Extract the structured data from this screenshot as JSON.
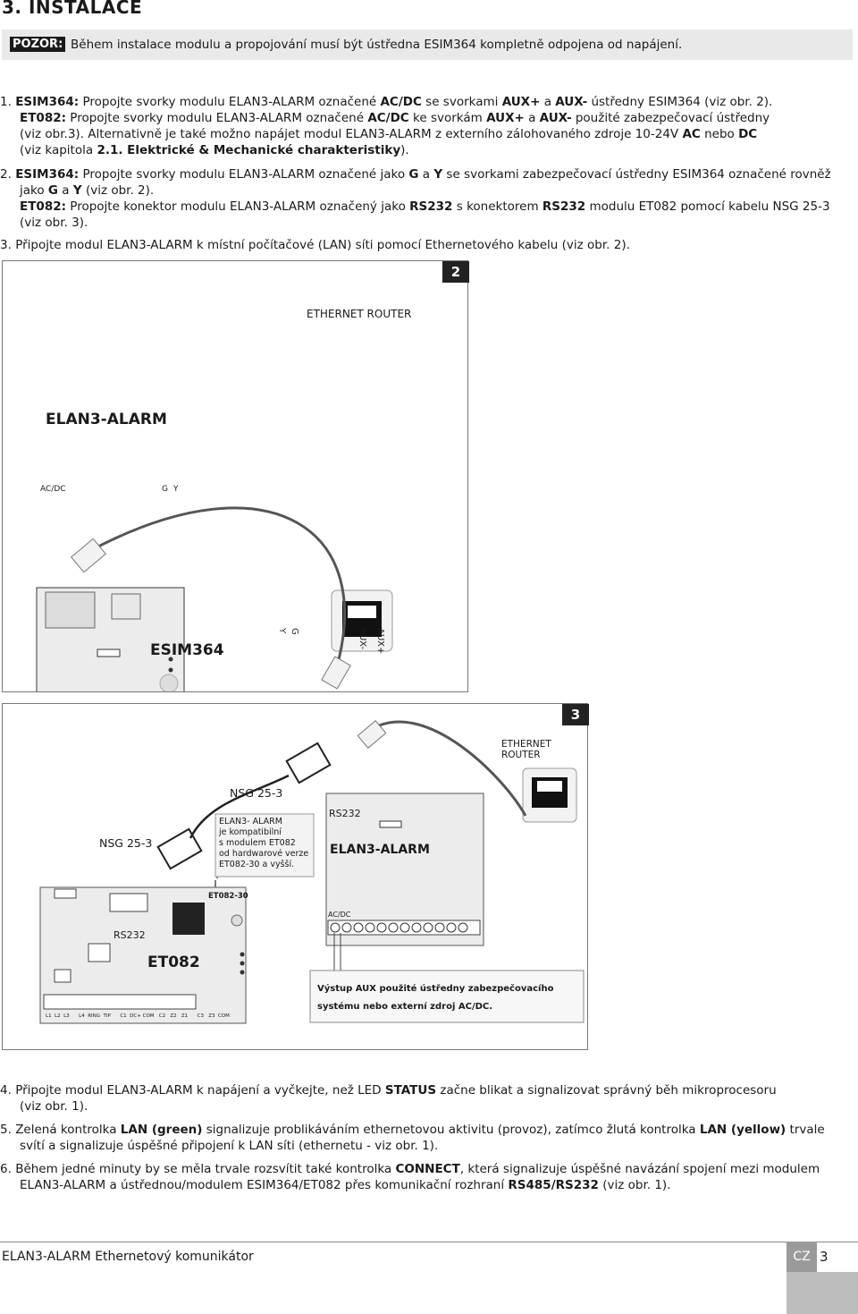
{
  "heading": "3. INSTALACE",
  "warning": {
    "tag": "POZOR:",
    "text": "Během instalace modulu a propojování musí být ústředna ESIM364 kompletně odpojena od napájení."
  },
  "steps": {
    "s1_num": "1.",
    "s1_a_b": "ESIM364:",
    "s1_a_t1": " Propojte svorky modulu ELAN3-ALARM označené ",
    "s1_a_b2": "AC/DC",
    "s1_a_t2": " se svorkami ",
    "s1_a_b3": "AUX+",
    "s1_a_t3": " a ",
    "s1_a_b4": "AUX-",
    "s1_a_t4": " ústředny ESIM364 (viz obr. 2).",
    "s1_b_b": "ET082:",
    "s1_b_t1": " Propojte svorky modulu ELAN3-ALARM označené ",
    "s1_b_b2": "AC/DC",
    "s1_b_t2": " ke svorkám ",
    "s1_b_b3": "AUX+",
    "s1_b_t3": " a ",
    "s1_b_b4": "AUX-",
    "s1_b_t4": " použité zabezpečovací ústředny",
    "s1_c_t1": "(viz obr.3). Alternativně je také možno napájet modul ELAN3-ALARM z externího zálohovaného zdroje 10-24V ",
    "s1_c_b1": "AC",
    "s1_c_t2": " nebo ",
    "s1_c_b2": "DC",
    "s1_d_t1": "(viz kapitola ",
    "s1_d_b1": "2.1. Elektrické & Mechanické charakteristiky",
    "s1_d_t2": ").",
    "s2_num": "2.",
    "s2_a_b": "ESIM364:",
    "s2_a_t1": " Propojte svorky modulu ELAN3-ALARM označené jako ",
    "s2_a_b2": "G",
    "s2_a_t2": " a ",
    "s2_a_b3": "Y",
    "s2_a_t3": " se svorkami zabezpečovací ústředny ESIM364 označené rovněž",
    "s2_b_t1": "jako ",
    "s2_b_b1": "G",
    "s2_b_t2": " a ",
    "s2_b_b2": "Y",
    "s2_b_t3": " (viz obr. 2).",
    "s2_c_b": "ET082:",
    "s2_c_t1": " Propojte konektor modulu ELAN3-ALARM označený jako ",
    "s2_c_b2": "RS232",
    "s2_c_t2": " s konektorem ",
    "s2_c_b3": "RS232",
    "s2_c_t3": " modulu ET082 pomocí kabelu NSG 25-3",
    "s2_d_t1": "(viz obr. 3).",
    "s3_num": "3.",
    "s3_t": "Připojte modul ELAN3-ALARM k místní počítačové (LAN) síti pomocí Ethernetového kabelu (viz obr. 2).",
    "s4_num": "4.",
    "s4_t1": "Připojte modul ELAN3-ALARM k napájení a vyčkejte, než LED ",
    "s4_b1": "STATUS",
    "s4_t2": " začne blikat a signalizovat správný běh mikroprocesoru",
    "s4_t3": "(viz obr. 1).",
    "s5_num": "5.",
    "s5_t1": "Zelená kontrolka ",
    "s5_b1": "LAN (green)",
    "s5_t2": " signalizuje problikáváním ethernetovou aktivitu (provoz), zatímco žlutá kontrolka ",
    "s5_b2": "LAN (yellow)",
    "s5_t3": " trvale",
    "s5_t4": "svítí a signalizuje úspěšné připojení k LAN síti (ethernetu - viz obr. 1).",
    "s6_num": "6.",
    "s6_t1": "Během jedné minuty by se měla trvale rozsvítit také kontrolka ",
    "s6_b1": "CONNECT",
    "s6_t2": ", která signalizuje úspěšné navázání spojení mezi modulem",
    "s6_t3": "ELAN3-ALARM a ústřednou/modulem ESIM364/ET082 přes komunikační rozhraní ",
    "s6_b2": "RS485/RS232",
    "s6_t4": " (viz obr. 1)."
  },
  "fig2": {
    "number": "2",
    "router_label": "ETHERNET ROUTER",
    "module_label": "ELAN3-ALARM",
    "acdc": "AC/DC",
    "g": "G",
    "y": "Y",
    "panel_label": "ESIM364",
    "term_g": "G",
    "term_y": "Y",
    "term_auxp": "AUX+",
    "term_auxm": "AUX-"
  },
  "fig3": {
    "number": "3",
    "router_label": "ETHERNET ROUTER",
    "nsg_top": "NSG 25-3",
    "nsg_left": "NSG 25-3",
    "note_lines": [
      "ELAN3- ALARM",
      "je kompatibilní",
      "s modulem ET082",
      "od hardwarové verze",
      "ET082-30 a vyšší."
    ],
    "rs232_module": "RS232",
    "module_label": "ELAN3-ALARM",
    "acdc": "AC/DC",
    "et082_ver": "ET082-30",
    "rs232_et": "RS232",
    "et082_label": "ET082",
    "aux_line1": "Výstup AUX použité ústředny zabezpečovacího",
    "aux_line2": "systému nebo externí zdroj AC/DC.",
    "terminals": "L1  L2  L3      L4  RING  TIP      C1  DC+ COM   C2   Z2   Z1      C3   Z3  COM"
  },
  "footer": {
    "title": "ELAN3-ALARM  Ethernetový komunikátor",
    "lang": "CZ",
    "page": "3"
  },
  "colors": {
    "board": "#ececec",
    "board_stroke": "#555555",
    "dark": "#222222",
    "grey_bar": "#9a9a9a"
  }
}
